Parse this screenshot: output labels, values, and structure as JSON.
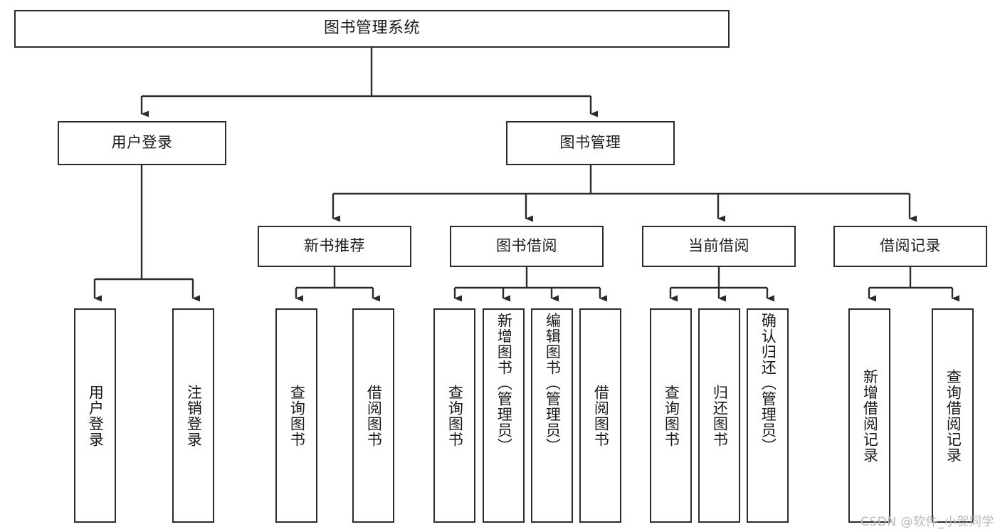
{
  "diagram": {
    "title": "图书管理系统",
    "type": "function-structure-tree",
    "watermark": "CSDN @软件_小贺同学",
    "colors": {
      "background": "#ffffff",
      "node_border": "#2b2b2b",
      "node_fill": "#ffffff",
      "text": "#1a1a1a",
      "edge": "#2b2b2b",
      "watermark": "#b9b9b9"
    }
  },
  "nodes": {
    "root": {
      "label": "图书管理系统"
    },
    "level2": [
      {
        "id": "user-login",
        "label": "用户登录"
      },
      {
        "id": "book-management",
        "label": "图书管理"
      }
    ],
    "level3": [
      {
        "id": "new-book-recommend",
        "label": "新书推荐"
      },
      {
        "id": "book-borrow",
        "label": "图书借阅"
      },
      {
        "id": "current-borrow",
        "label": "当前借阅"
      },
      {
        "id": "borrow-record",
        "label": "借阅记录"
      }
    ],
    "leaves": [
      {
        "id": "leaf-user-login",
        "label": "用户登录",
        "parent": "user-login",
        "align": "center"
      },
      {
        "id": "leaf-user-logout",
        "label": "注销登录",
        "parent": "user-login",
        "align": "center"
      },
      {
        "id": "leaf-query-book-1",
        "label": "查询图书",
        "parent": "new-book-recommend",
        "align": "center"
      },
      {
        "id": "leaf-borrow-book-1",
        "label": "借阅图书",
        "parent": "new-book-recommend",
        "align": "center"
      },
      {
        "id": "leaf-query-book-2",
        "label": "查询图书",
        "parent": "book-borrow",
        "align": "center"
      },
      {
        "id": "leaf-add-book",
        "label": "新增图书（管理员）",
        "parent": "book-borrow",
        "align": "top"
      },
      {
        "id": "leaf-edit-book",
        "label": "编辑图书（管理员）",
        "parent": "book-borrow",
        "align": "top"
      },
      {
        "id": "leaf-borrow-book-2",
        "label": "借阅图书",
        "parent": "book-borrow",
        "align": "center"
      },
      {
        "id": "leaf-query-book-3",
        "label": "查询图书",
        "parent": "current-borrow",
        "align": "center"
      },
      {
        "id": "leaf-return-book",
        "label": "归还图书",
        "parent": "current-borrow",
        "align": "center"
      },
      {
        "id": "leaf-confirm-return",
        "label": "确认归还（管理员）",
        "parent": "current-borrow",
        "align": "top"
      },
      {
        "id": "leaf-add-record",
        "label": "新增借阅记录",
        "parent": "borrow-record",
        "align": "center"
      },
      {
        "id": "leaf-query-record",
        "label": "查询借阅记录",
        "parent": "borrow-record",
        "align": "center"
      }
    ]
  }
}
